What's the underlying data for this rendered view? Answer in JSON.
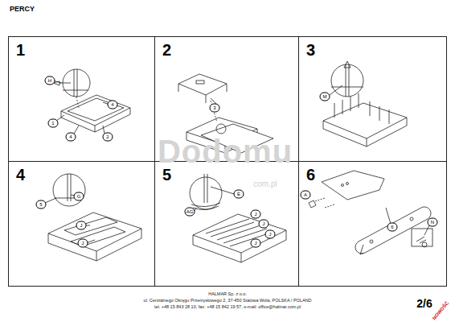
{
  "diagram": {
    "title": "PERCY",
    "nodes": [
      {
        "text": [
          "1"
        ]
      },
      {
        "text": [
          "2"
        ]
      },
      {
        "text": [
          "3"
        ]
      },
      {
        "text": [
          "4"
        ]
      },
      {
        "text": [
          "5"
        ]
      },
      {
        "text": [
          "6"
        ]
      }
    ],
    "labels": [
      "H",
      "4",
      "1",
      "4",
      "2",
      "3",
      "M",
      "5",
      "G",
      "J",
      "J",
      "E",
      "AG",
      "J",
      "J",
      "J",
      "J",
      "A",
      "6",
      "N",
      "Dodomu",
      "com.pl",
      "HALMAR Sp. z o.o.",
      "ul. Centralnego Okręgu Przemysłowego 2, 37-450 Stalowa Wola, POLSKA / POLAND",
      "tel. +48 15 843 28 10, fax: +48 15 842 19 57, e-mail: office@halmar.com.pl",
      "2/6",
      "NOWOŚĆ"
    ]
  }
}
